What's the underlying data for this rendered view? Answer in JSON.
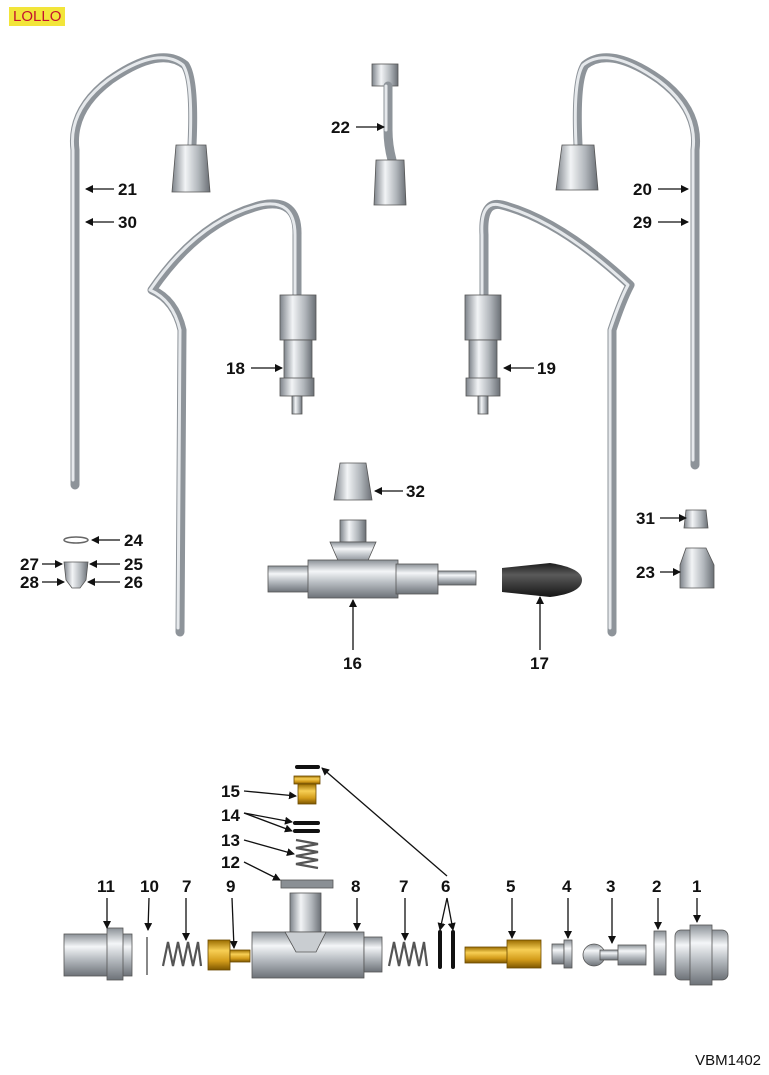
{
  "header": {
    "tag": "LOLLO"
  },
  "footer": {
    "code": "VBM1402"
  },
  "colors": {
    "tag_bg": "#f2e53a",
    "tag_text": "#c4122f",
    "metal": "#b8bdc2",
    "brass": "#d9a520",
    "rubber": "#2b2b2b"
  },
  "callouts": [
    "22",
    "21",
    "30",
    "20",
    "29",
    "18",
    "19",
    "32",
    "24",
    "25",
    "26",
    "27",
    "28",
    "31",
    "23",
    "16",
    "17",
    "15",
    "14",
    "13",
    "12",
    "11",
    "10",
    "7",
    "9",
    "8",
    "7",
    "6",
    "5",
    "4",
    "3",
    "2",
    "1"
  ]
}
